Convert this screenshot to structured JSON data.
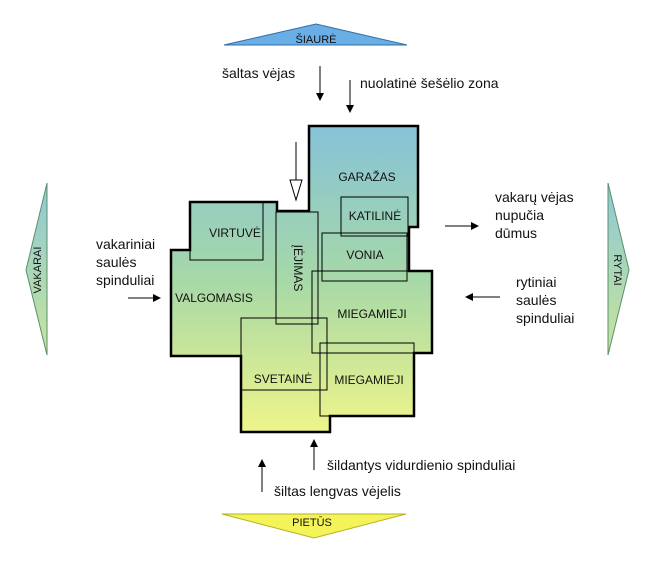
{
  "compass": {
    "north": "ŠIAURĖ",
    "south": "PIETŪS",
    "east": "RYTAI",
    "west": "VAKARAI"
  },
  "notes": {
    "cold_wind": "šaltas vėjas",
    "shadow_zone": "nuolatinė šešėlio zona",
    "west_sun": [
      "vakariniai",
      "saulės",
      "spinduliai"
    ],
    "west_wind": [
      "vakarų vėjas",
      "nupučia",
      "dūmus"
    ],
    "east_sun": [
      "rytiniai",
      "saulės",
      "spinduliai"
    ],
    "noon_sun": "šildantys vidurdienio spinduliai",
    "warm_breeze": "šiltas lengvas vėjelis"
  },
  "rooms": {
    "garage": "GARAŽAS",
    "boiler": "KATILINĖ",
    "kitchen": "VIRTUVĖ",
    "entrance": "ĮĖJIMAS",
    "bath": "VONIA",
    "dining": "VALGOMASIS",
    "bedrooms1": "MIEGAMIEJI",
    "living": "SVETAINĖ",
    "bedrooms2": "MIEGAMIEJI"
  },
  "colors": {
    "top": "#86c3d8",
    "middle": "#a9dba4",
    "bottom": "#eef58a",
    "south_arrow": "#f4f35a",
    "north_arrow": "#6aaee6",
    "outline": "#000000"
  }
}
